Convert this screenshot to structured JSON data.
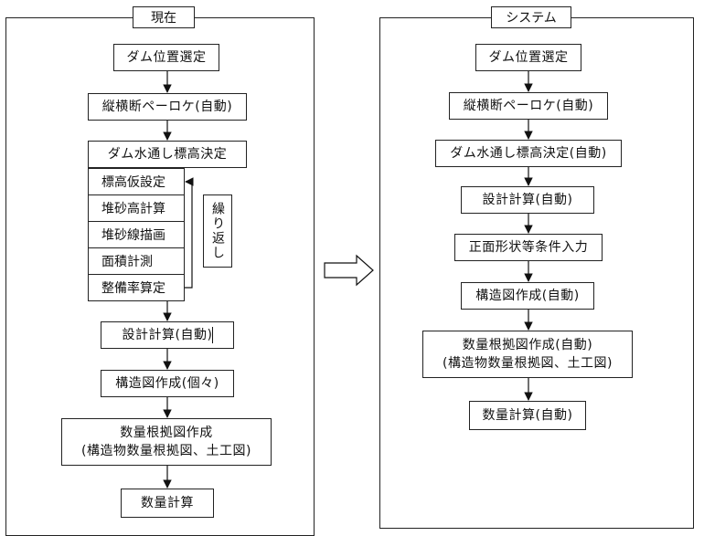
{
  "current": {
    "title": "現在",
    "steps": [
      "ダム位置選定",
      "縦横断ペーロケ(自動)",
      "ダム水通し標高決定"
    ],
    "loop_steps": [
      "標高仮設定",
      "堆砂高計算",
      "堆砂線描画",
      "面積計測",
      "整備率算定"
    ],
    "loop_label": "繰り返し",
    "after_steps": [
      "設計計算(自動)",
      "構造図作成(個々)"
    ],
    "quantity_drawing": {
      "line1": "数量根拠図作成",
      "line2": "(構造物数量根拠図、土工図)"
    },
    "final_step": "数量計算"
  },
  "system": {
    "title": "システム",
    "steps": [
      "ダム位置選定",
      "縦横断ペーロケ(自動)",
      "ダム水通し標高決定(自動)",
      "設計計算(自動)",
      "正面形状等条件入力",
      "構造図作成(自動)"
    ],
    "quantity_drawing": {
      "line1": "数量根拠図作成(自動)",
      "line2": "(構造物数量根拠図、土工図)"
    },
    "final_step": "数量計算(自動)"
  }
}
